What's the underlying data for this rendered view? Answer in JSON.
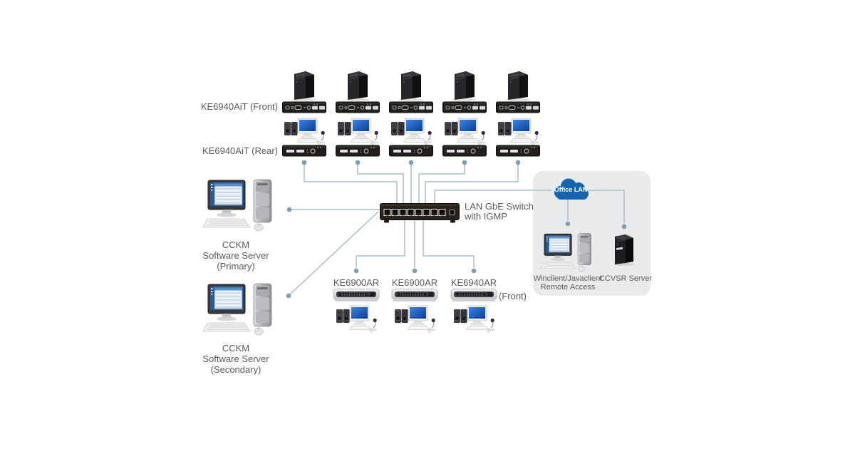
{
  "diagram_title": "KE6940AiT KVM over IP matrix network diagram",
  "colors": {
    "background": "#ffffff",
    "line": "#a6bfca",
    "dot": "#7d9db0",
    "panel_fill": "#e9eaeb",
    "cloud_blue": "#1565ae",
    "label_text": "#58595b",
    "device_dark": "#221e1c",
    "receiver_silver": "#d9d9dd"
  },
  "structure": {
    "transmitter_columns": 5,
    "receiver_columns": 3
  },
  "icons": {
    "office_lan": "cloud-icon",
    "lan_switch": "network-switch-icon",
    "transmitter_front": "kvm-front-device-icon",
    "transmitter_rear": "kvm-rear-device-icon",
    "workstation": "workstation-icon",
    "tower_pc": "tower-pc-icon",
    "cckm_server": "desktop-computer-icon",
    "ccvsr_server": "server-tower-icon",
    "receiver": "kvm-receiver-icon"
  },
  "labels": {
    "front_row": "KE6940AiT (Front)",
    "rear_row": "KE6940AiT (Rear)",
    "switch": {
      "line1": "LAN GbE Switch",
      "line2": "with IGMP"
    },
    "cckm_primary": {
      "line1": "CCKM",
      "line2": "Software Server",
      "line3": "(Primary)"
    },
    "cckm_secondary": {
      "line1": "CCKM",
      "line2": "Software Server",
      "line3": "(Secondary)"
    },
    "office_lan": "Office LAN",
    "winclient": {
      "line1": "Winclient/Javaclient",
      "line2": "Remote Access"
    },
    "ccvsr": "CCVSR Server",
    "receivers": [
      "KE6900AR",
      "KE6900AR",
      "KE6940AR"
    ],
    "receiver_front_suffix": "(Front)"
  }
}
